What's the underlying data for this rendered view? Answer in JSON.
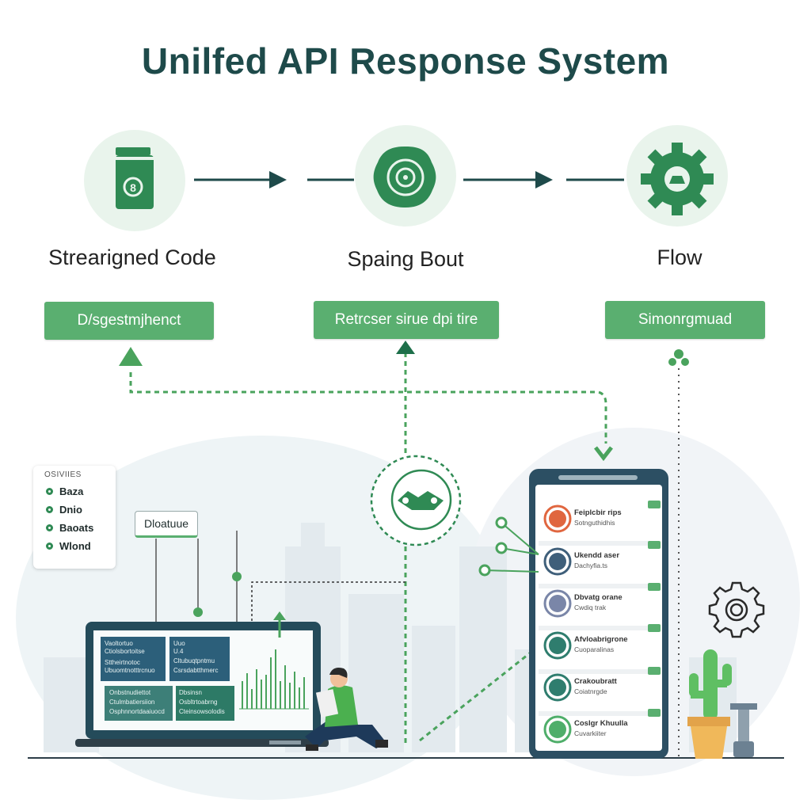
{
  "title": "Unilfed API Response System",
  "steps": [
    {
      "label": "Strearigned Code",
      "button": "D/sgestmjhenct"
    },
    {
      "label": "Spaing Bout",
      "button": "Retrcser sirue dpi tire"
    },
    {
      "label": "Flow",
      "button": "Simonrgmuad"
    }
  ],
  "legend": {
    "heading": "OSIVIIES",
    "items": [
      "Baza",
      "Dnio",
      "Baoats",
      "Wlond"
    ]
  },
  "callout": "Dloatuue",
  "laptop": {
    "panels": [
      [
        "Vaoltortuo",
        "Ctiolsbortoitse",
        "Sttheirtnotoc",
        "Ubuomtnotttrcnuo"
      ],
      [
        "Uuo",
        "U.4",
        "Cltubuqtpntmu",
        "Csrsdabtthmerc"
      ],
      [
        "Onbstnudiettot",
        "Ctulmbatiersiion",
        "Osphnnortdaaiuocd"
      ],
      [
        "Dbsinsn",
        "Osbltrtoabrng",
        "Cteinsowsolodis"
      ]
    ]
  },
  "phone_items": [
    {
      "title": "Feiplcbir rips",
      "subtitle": "Sotnguthidhis",
      "icon_color": "#e0663f"
    },
    {
      "title": "Ukendd aser",
      "subtitle": "Dachyfia.ts",
      "icon_color": "#3f5f7a"
    },
    {
      "title": "Dbvatg orane",
      "subtitle": "Cwdiq trak",
      "icon_color": "#7a86a8"
    },
    {
      "title": "Afvloabrigrone",
      "subtitle": "Cuoparalinas",
      "icon_color": "#2f7d6e"
    },
    {
      "title": "Crakoubratt",
      "subtitle": "Coiatnrgde",
      "icon_color": "#2f7d6e"
    },
    {
      "title": "Coslgr Khuulla",
      "subtitle": "Cuvarkiiter",
      "icon_color": "#4fae6a"
    }
  ],
  "colors": {
    "accent_green": "#5aaf70",
    "dark_teal": "#1e4a4a",
    "icon_green": "#2f8a54"
  }
}
